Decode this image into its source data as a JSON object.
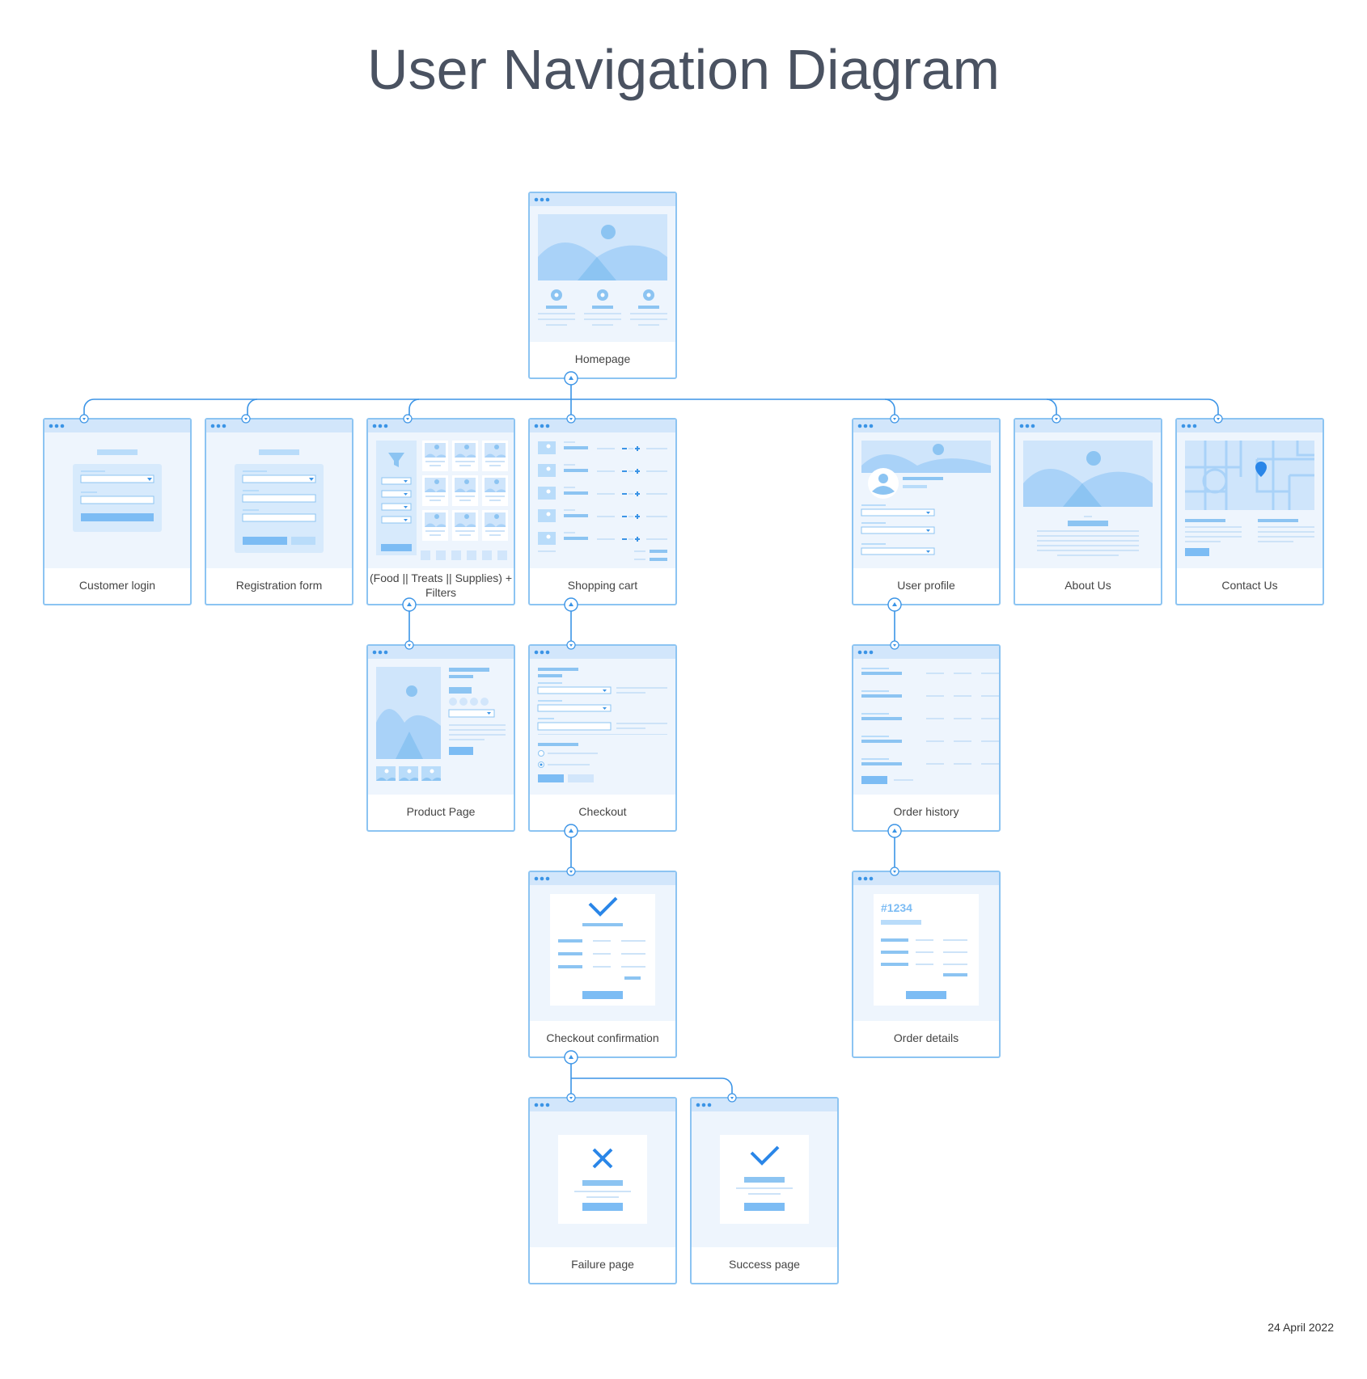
{
  "title": "User Navigation Diagram",
  "date": "24 April 2022",
  "colors": {
    "border": "#8cc4f2",
    "connector": "#3b94e6",
    "panel": "#eef5fd",
    "titlebar": "#d2e6fb",
    "accent": "#7cbcf4",
    "light": "#b9dcfa",
    "strong": "#2a86e8"
  },
  "nodes": {
    "homepage": "Homepage",
    "customer_login": "Customer login",
    "registration_form": "Registration form",
    "catalog_line1": "(Food || Treats || Supplies) +",
    "catalog_line2": "Filters",
    "shopping_cart": "Shopping cart",
    "user_profile": "User profile",
    "about_us": "About Us",
    "contact_us": "Contact Us",
    "product_page": "Product Page",
    "checkout": "Checkout",
    "order_history": "Order history",
    "checkout_confirmation": "Checkout confirmation",
    "order_details": "Order details",
    "order_number": "#1234",
    "failure_page": "Failure page",
    "success_page": "Success page"
  }
}
